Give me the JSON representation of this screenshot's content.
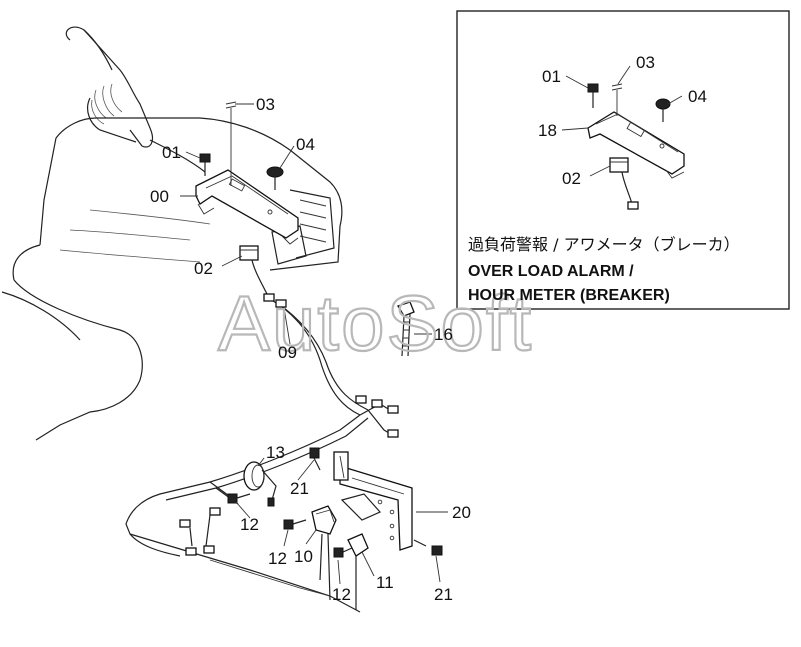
{
  "watermark": "AutoSoft",
  "inset": {
    "caption_jp": "過負荷警報 / アワメータ（ブレーカ）",
    "caption_en_1": "OVER LOAD ALARM /",
    "caption_en_2": "HOUR METER (BREAKER)",
    "labels": {
      "p01": "01",
      "p03": "03",
      "p04": "04",
      "p18": "18",
      "p02": "02"
    }
  },
  "main_labels": {
    "p03": "03",
    "p01": "01",
    "p04": "04",
    "p00": "00",
    "p02": "02",
    "p16": "16",
    "p09": "09",
    "p13": "13",
    "p21a": "21",
    "p20": "20",
    "p12a": "12",
    "p12b": "12",
    "p10": "10",
    "p11": "11",
    "p12c": "12",
    "p21b": "21"
  }
}
